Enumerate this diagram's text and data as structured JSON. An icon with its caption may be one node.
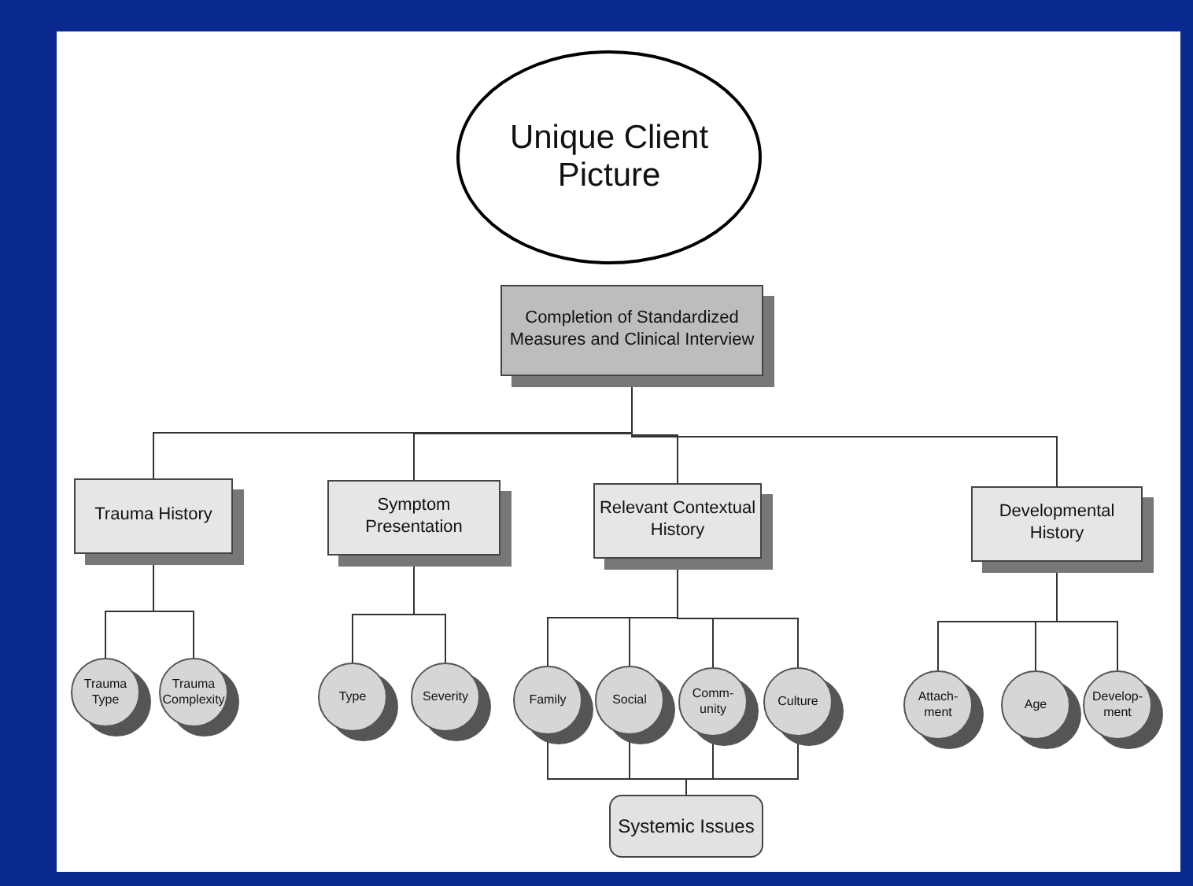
{
  "diagram": {
    "nodes": [
      {
        "text": [
          "Unique Client Picture"
        ]
      },
      {
        "text": [
          "Completion of Standardized Measures and Clinical Interview"
        ]
      },
      {
        "text": [
          "Trauma History"
        ]
      },
      {
        "text": [
          "Symptom Presentation"
        ]
      },
      {
        "text": [
          "Relevant Contextual History"
        ]
      },
      {
        "text": [
          "Developmental History"
        ]
      },
      {
        "text": [
          "Trauma Type"
        ]
      },
      {
        "text": [
          "Trauma Complexity"
        ]
      },
      {
        "text": [
          "Type"
        ]
      },
      {
        "text": [
          "Severity"
        ]
      },
      {
        "text": [
          "Family"
        ]
      },
      {
        "text": [
          "Social"
        ]
      },
      {
        "text": [
          "Comm-unity"
        ]
      },
      {
        "text": [
          "Culture"
        ]
      },
      {
        "text": [
          "Attach-ment"
        ]
      },
      {
        "text": [
          "Age"
        ]
      },
      {
        "text": [
          "Develop-ment"
        ]
      },
      {
        "text": [
          "Systemic Issues"
        ]
      }
    ],
    "edges": [
      {
        "from": 1,
        "to": 2,
        "arrow": "none"
      },
      {
        "from": 1,
        "to": 3,
        "arrow": "none"
      },
      {
        "from": 1,
        "to": 4,
        "arrow": "none"
      },
      {
        "from": 1,
        "to": 5,
        "arrow": "none"
      },
      {
        "from": 2,
        "to": 6,
        "arrow": "none"
      },
      {
        "from": 2,
        "to": 7,
        "arrow": "none"
      },
      {
        "from": 3,
        "to": 8,
        "arrow": "none"
      },
      {
        "from": 3,
        "to": 9,
        "arrow": "none"
      },
      {
        "from": 4,
        "to": 10,
        "arrow": "none"
      },
      {
        "from": 4,
        "to": 11,
        "arrow": "none"
      },
      {
        "from": 4,
        "to": 12,
        "arrow": "none"
      },
      {
        "from": 4,
        "to": 13,
        "arrow": "none"
      },
      {
        "from": 5,
        "to": 14,
        "arrow": "none"
      },
      {
        "from": 5,
        "to": 15,
        "arrow": "none"
      },
      {
        "from": 5,
        "to": 16,
        "arrow": "none"
      },
      {
        "from": 10,
        "to": 17,
        "arrow": "none"
      },
      {
        "from": 11,
        "to": 17,
        "arrow": "none"
      },
      {
        "from": 12,
        "to": 17,
        "arrow": "none"
      },
      {
        "from": 13,
        "to": 17,
        "arrow": "none"
      }
    ]
  }
}
